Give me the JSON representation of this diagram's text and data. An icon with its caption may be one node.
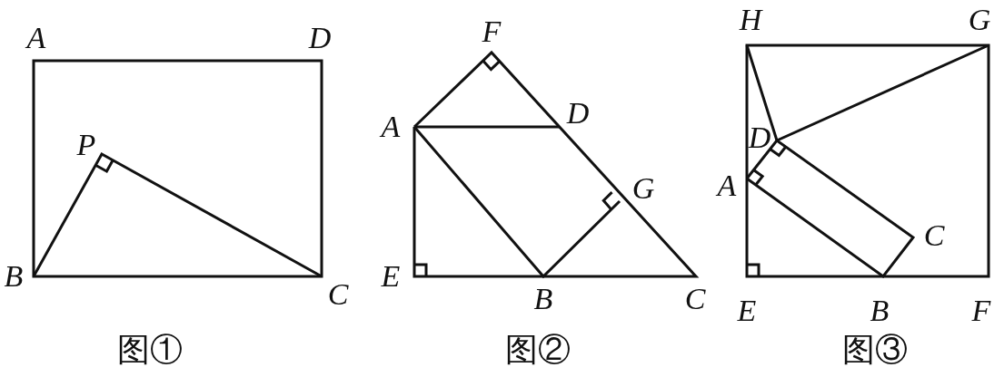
{
  "diagram": {
    "labels": [
      "A",
      "D",
      "P",
      "B",
      "C",
      "图①",
      "F",
      "A",
      "D",
      "G",
      "E",
      "B",
      "C",
      "图②",
      "H",
      "G",
      "D",
      "A",
      "C",
      "E",
      "B",
      "F",
      "图③"
    ]
  }
}
